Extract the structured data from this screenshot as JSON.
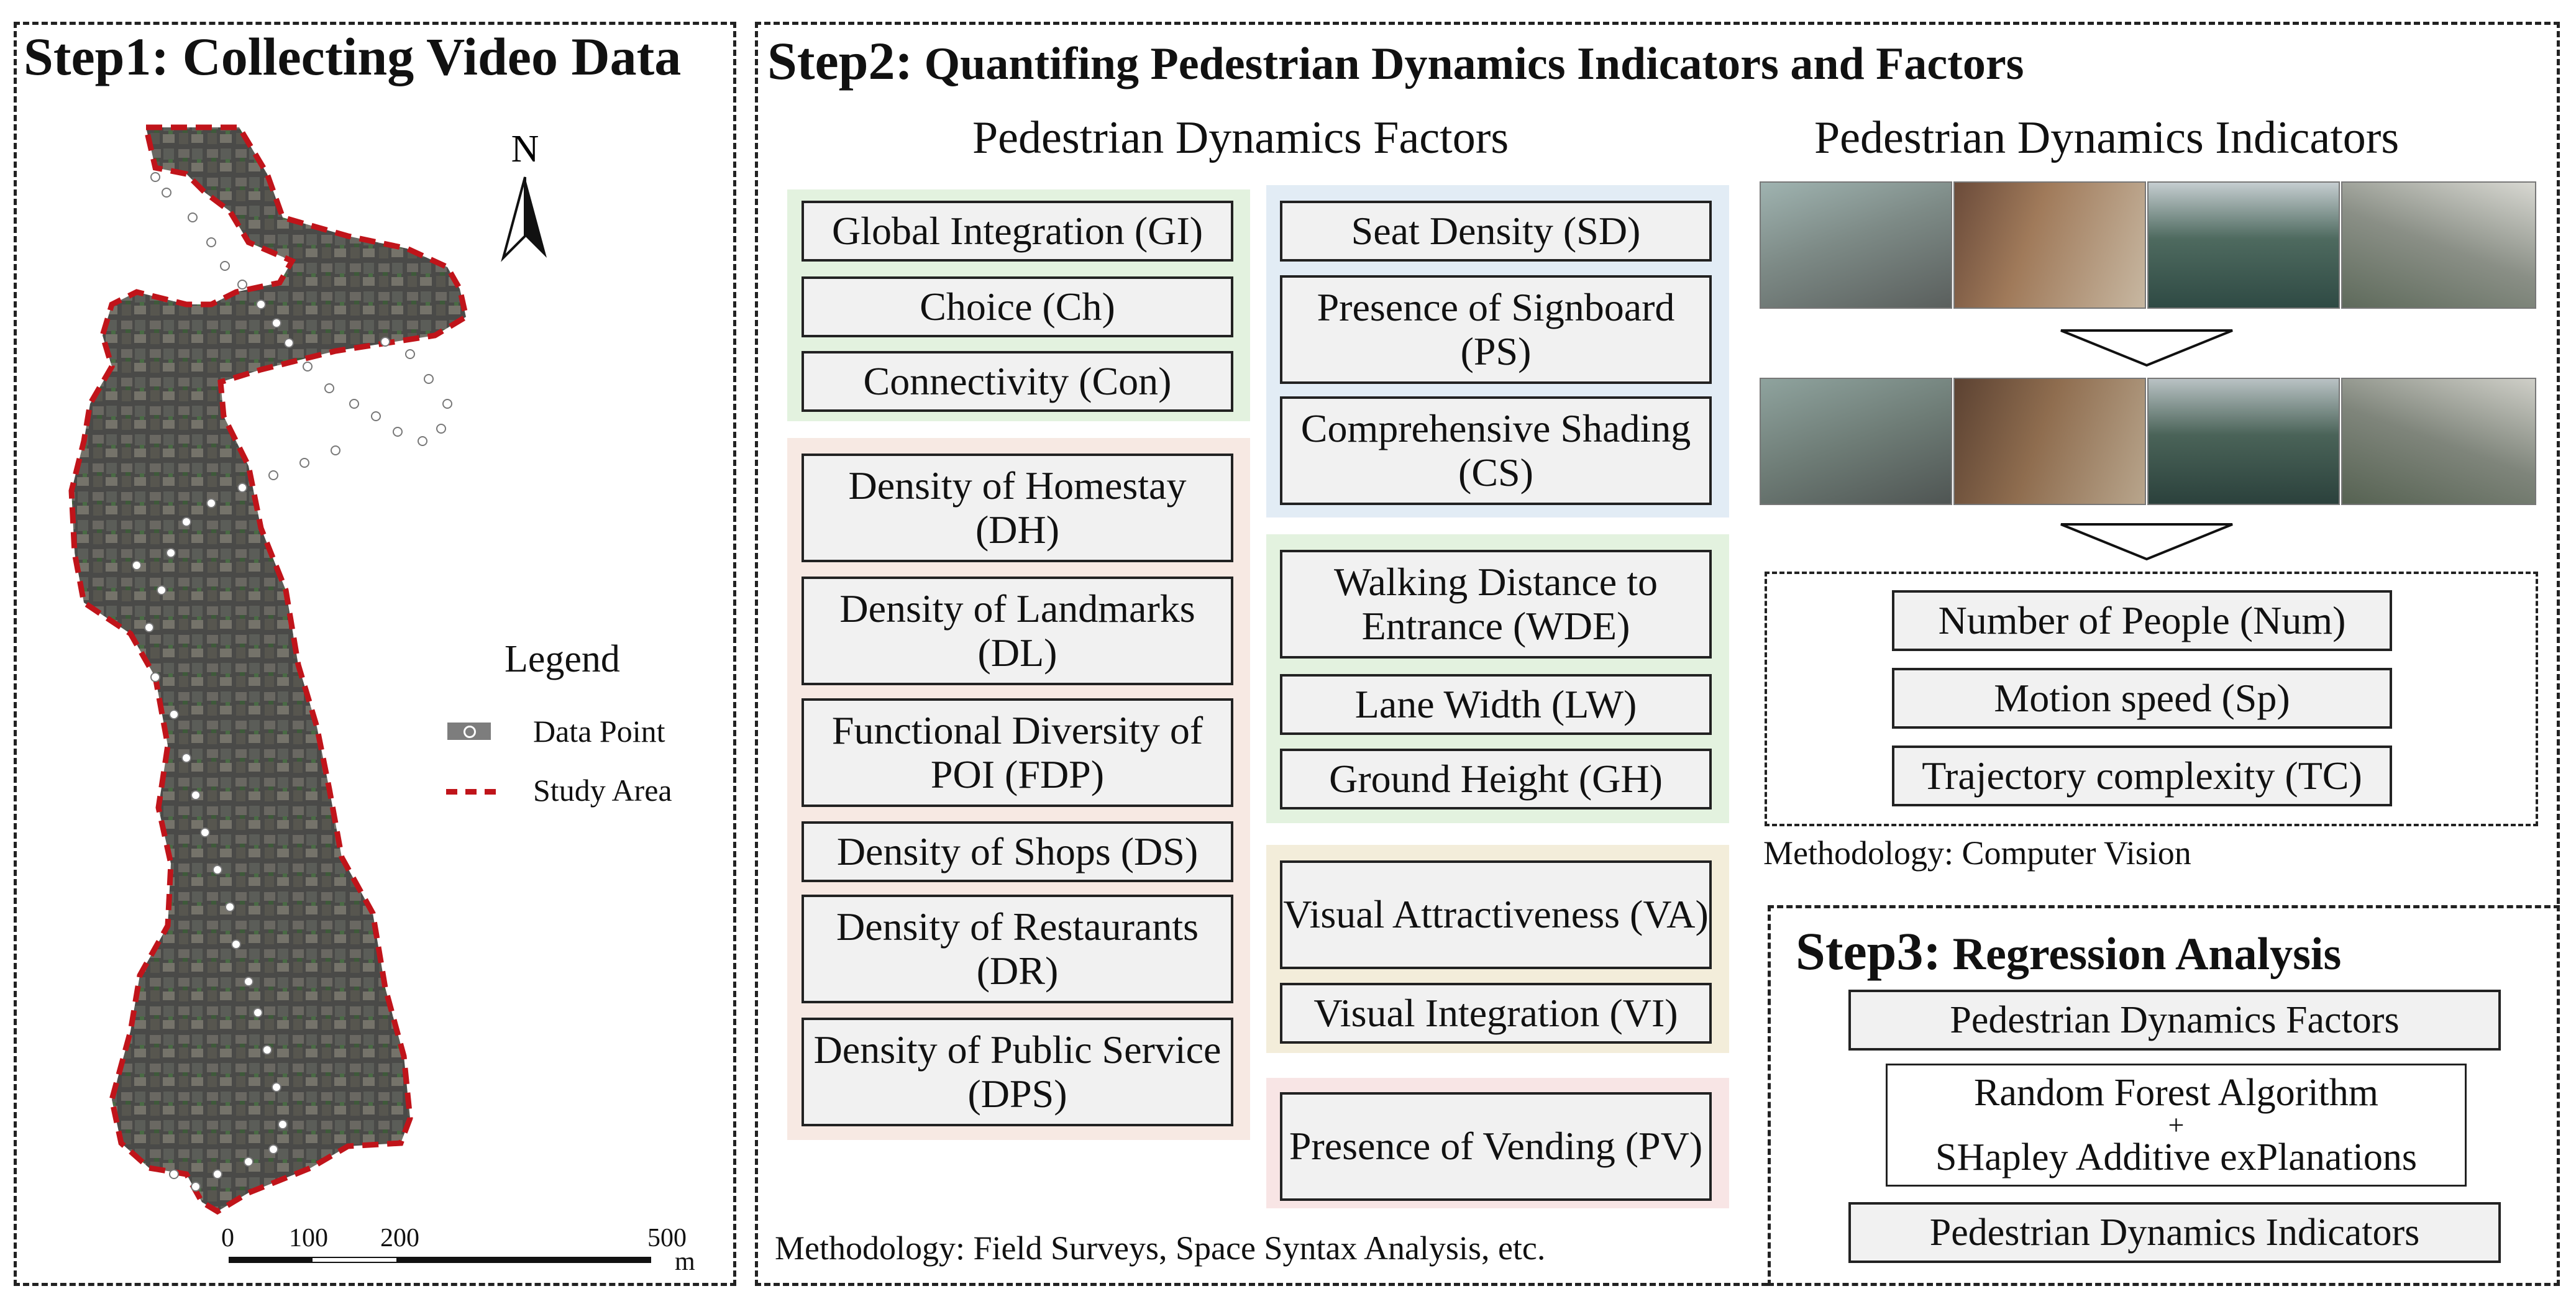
{
  "step1": {
    "title": "Step1: Collecting Video Data",
    "north_label": "N",
    "legend": {
      "title": "Legend",
      "items": [
        {
          "label": "Data Point",
          "icon": "data-point-icon"
        },
        {
          "label": "Study Area",
          "icon": "study-area-line-icon",
          "color": "#c0141a"
        }
      ]
    },
    "scale": {
      "ticks": [
        "0",
        "100",
        "200",
        "500"
      ],
      "unit": "m"
    }
  },
  "step2": {
    "title_bold": "Step2:",
    "title_rest": "Quantifing Pedestrian Dynamics Indicators and Factors",
    "factors_title": "Pedestrian Dynamics Factors",
    "indicators_title": "Pedestrian Dynamics Indicators",
    "groups": {
      "spatial": {
        "color": "#e3f2df",
        "items": [
          "Global Integration (GI)",
          "Choice (Ch)",
          "Connectivity (Con)"
        ]
      },
      "density": {
        "color": "#f7e9e3",
        "items": [
          "Density of Homestay (DH)",
          "Density of Landmarks (DL)",
          "Functional Diversity of POI (FDP)",
          "Density of Shops (DS)",
          "Density of Restaurants (DR)",
          "Density of Public Service (DPS)"
        ]
      },
      "facility": {
        "color": "#e2ecf5",
        "items": [
          "Seat Density (SD)",
          "Presence of Signboard (PS)",
          "Comprehensive Shading (CS)"
        ]
      },
      "access": {
        "color": "#e3f2df",
        "items": [
          "Walking Distance to Entrance (WDE)",
          "Lane Width (LW)",
          "Ground Height (GH)"
        ]
      },
      "visual": {
        "color": "#f3edda",
        "items": [
          "Visual Attractiveness (VA)",
          "Visual Integration (VI)"
        ]
      },
      "vending": {
        "color": "#f8e5e5",
        "items": [
          "Presence of Vending (PV)"
        ]
      }
    },
    "indicators": [
      "Number of People (Num)",
      "Motion speed (Sp)",
      "Trajectory complexity (TC)"
    ],
    "methodology_cv": "Methodology: Computer Vision",
    "methodology_field": "Methodology: Field Surveys, Space Syntax Analysis, etc."
  },
  "step3": {
    "title_bold": "Step3:",
    "title_rest": "Regression Analysis",
    "items": [
      "Pedestrian Dynamics Factors",
      "Random Forest Algorithm",
      "+",
      "SHapley Additive exPlanations",
      "Pedestrian Dynamics Indicators"
    ]
  }
}
